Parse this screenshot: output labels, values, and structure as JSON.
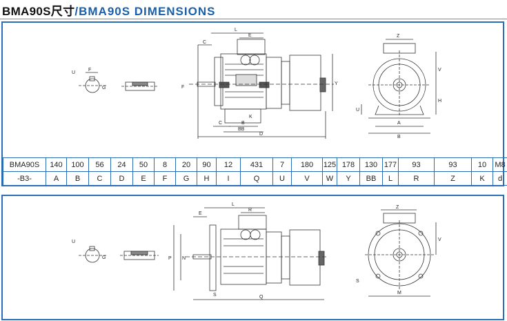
{
  "title": {
    "cn": "BMA90S尺寸",
    "en": "/BMA90S DIMENSIONS"
  },
  "table": {
    "model": "BMA90S",
    "mount": "-B3-",
    "values": [
      "140",
      "100",
      "56",
      "24",
      "50",
      "8",
      "20",
      "90",
      "12",
      "431",
      "7",
      "180",
      "125",
      "178",
      "130",
      "177",
      "93",
      "93",
      "10",
      "M8"
    ],
    "headers": [
      "A",
      "B",
      "C",
      "D",
      "E",
      "F",
      "G",
      "H",
      "I",
      "Q",
      "U",
      "V",
      "W",
      "Y",
      "BB",
      "L",
      "R",
      "Z",
      "K",
      "d"
    ]
  },
  "drawing_labels": {
    "L": "L",
    "E": "E",
    "C": "C",
    "B": "B",
    "BB": "BB",
    "K": "K",
    "D": "D",
    "Y": "Y",
    "Z": "Z",
    "V": "V",
    "H": "H",
    "A": "A",
    "F": "F",
    "G": "G",
    "U": "U",
    "M": "M",
    "N": "N",
    "P": "P",
    "Q": "Q",
    "R": "R",
    "S": "S"
  }
}
